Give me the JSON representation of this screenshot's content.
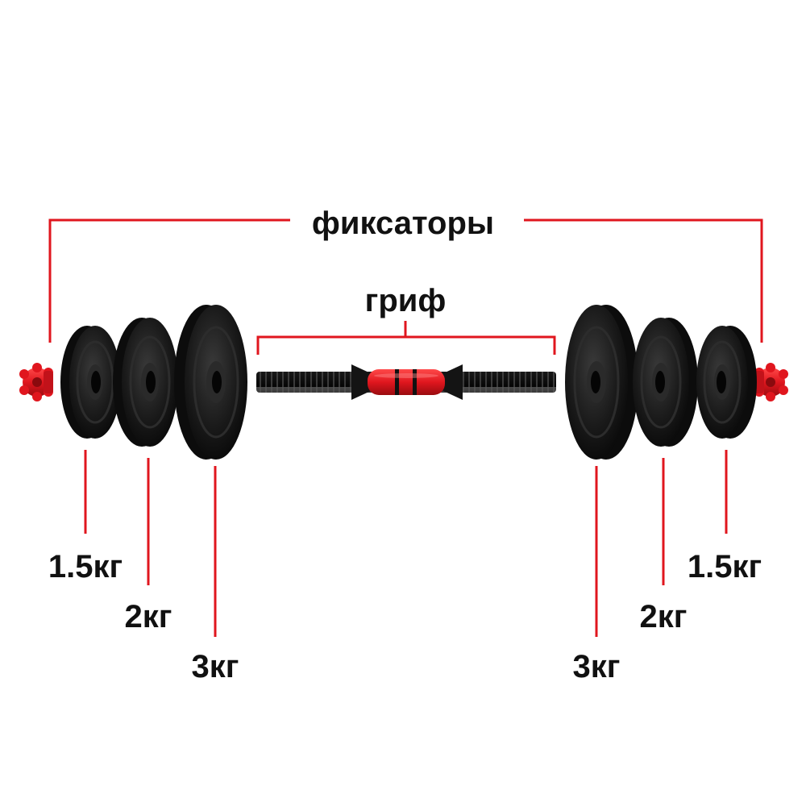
{
  "labels": {
    "locks": "фиксаторы",
    "bar": "гриф",
    "left_plates": [
      "1.5кг",
      "2кг",
      "3кг"
    ],
    "right_plates": [
      "3кг",
      "2кг",
      "1.5кг"
    ]
  },
  "colors": {
    "accent_red": "#e0161e",
    "plate_black": "#141414",
    "plate_edge": "#2c2c2c",
    "thread": "#1e1e1e",
    "text": "#111111",
    "background": "#ffffff"
  },
  "icons": {
    "lock": "spinlock-collar-icon",
    "plate": "weight-plate-icon",
    "bar": "threaded-bar-icon"
  }
}
